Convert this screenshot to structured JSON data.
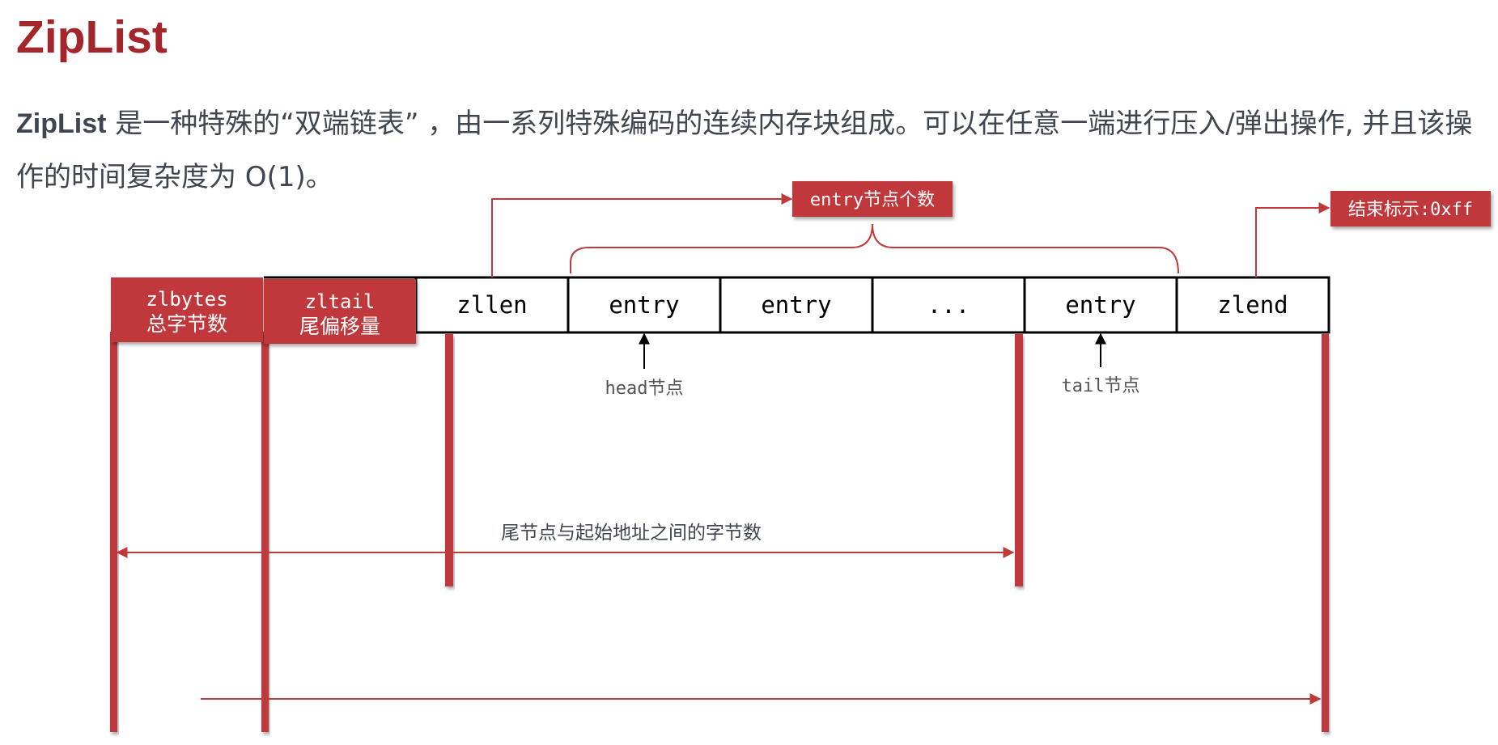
{
  "title": "ZipList",
  "intro": {
    "lead": "ZipList",
    "rest": " 是一种特殊的“双端链表” ，由一系列特殊编码的连续内存块组成。可以在任意一端进行压入/弹出操作, 并且该操作的时间复杂度为 O(1)。"
  },
  "fields": [
    {
      "id": "zlbytes",
      "line1": "zlbytes",
      "line2": "总字节数",
      "highlight": true
    },
    {
      "id": "zltail",
      "line1": "zltail",
      "line2": "尾偏移量",
      "highlight": true
    },
    {
      "id": "zllen",
      "label": "zllen"
    },
    {
      "id": "entry-1",
      "label": "entry"
    },
    {
      "id": "entry-2",
      "label": "entry"
    },
    {
      "id": "ellipsis",
      "label": "..."
    },
    {
      "id": "entry-3",
      "label": "entry"
    },
    {
      "id": "zlend",
      "label": "zlend"
    }
  ],
  "callouts": {
    "entry_count": "entry节点个数",
    "end_marker": "结束标示:0xff"
  },
  "pointers": {
    "head": "head节点",
    "tail": "tail节点"
  },
  "measure_label": "尾节点与起始地址之间的字节数",
  "colors": {
    "accent": "#a4262c",
    "box_fill": "#c0393b",
    "text": "#3f4650"
  }
}
